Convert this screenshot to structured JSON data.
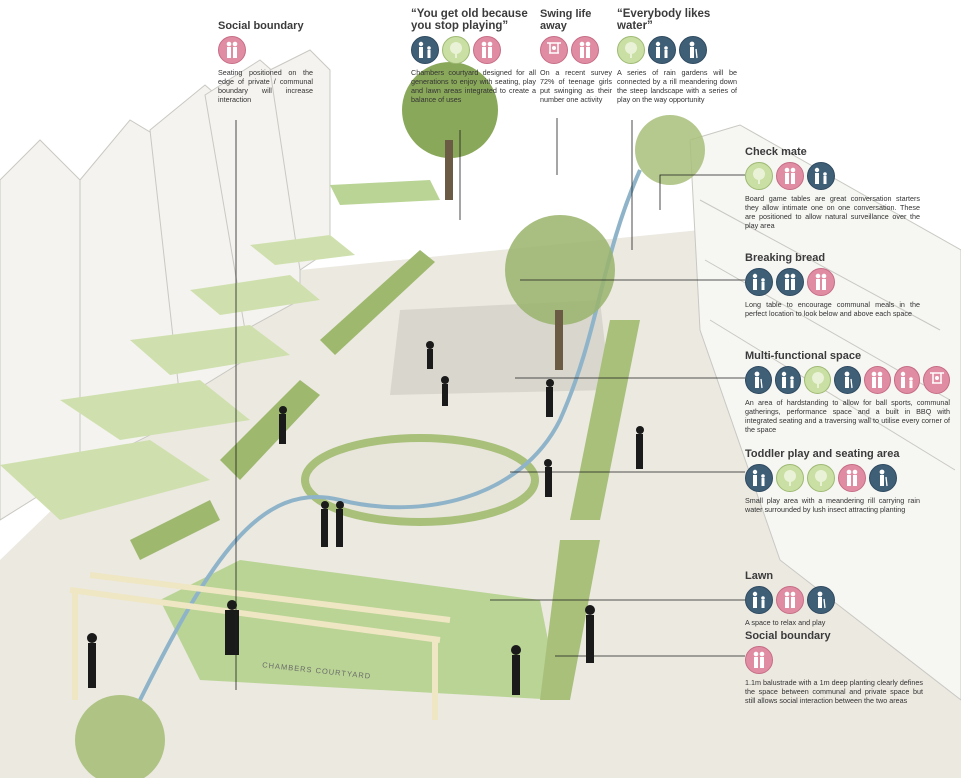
{
  "annotations": [
    {
      "id": "social-boundary-top",
      "title": "Social boundary",
      "quote": false,
      "text": "Seating positioned on the edge of private / communal boundary will increase interaction",
      "icons": [
        "pink-couple"
      ]
    },
    {
      "id": "stop-playing",
      "title": "“You get old because you stop playing”",
      "quote": true,
      "text": "Chambers courtyard designed for all generations to enjoy with seating, play and lawn areas integrated to create a balance of uses",
      "icons": [
        "navy-family",
        "lime-tree",
        "pink-couple"
      ]
    },
    {
      "id": "swing-life",
      "title": "Swing life away",
      "quote": false,
      "text": "On a recent survey 72% of teenage girls put swinging as their number one activity",
      "icons": [
        "pink-swing",
        "pink-couple"
      ]
    },
    {
      "id": "likes-water",
      "title": "“Everybody likes water”",
      "quote": true,
      "text": "A series of rain gardens will be connected by a rill meandering down the steep landscape with a series of play on the way opportunity",
      "icons": [
        "lime-tree",
        "navy-family",
        "navy-elder"
      ]
    },
    {
      "id": "check-mate",
      "title": "Check mate",
      "quote": false,
      "text": "Board game tables are great conversation starters they allow intimate one on one conversation. These are positioned to allow natural surveillance over the play area",
      "icons": [
        "lime-tree",
        "pink-couple",
        "navy-family"
      ]
    },
    {
      "id": "breaking-bread",
      "title": "Breaking bread",
      "quote": false,
      "text": "Long table to encourage communal meals in the perfect location to look below and above each space",
      "icons": [
        "navy-family",
        "navy-couple",
        "pink-couple"
      ]
    },
    {
      "id": "multi-functional",
      "title": "Multi-functional space",
      "quote": false,
      "text": "An area of hardstanding to allow for ball sports, communal gatherings, performance space and a built in BBQ with integrated seating and a traversing wall to utilise every corner of the space",
      "icons": [
        "navy-elder",
        "navy-family",
        "lime-tree",
        "navy-elder",
        "pink-couple",
        "pink-family",
        "pink-swing"
      ]
    },
    {
      "id": "toddler-play",
      "title": "Toddler play and seating area",
      "quote": false,
      "text": "Small play area with a meandering rill carrying rain water surrounded by lush insect attracting planting",
      "icons": [
        "navy-family",
        "lime-tree",
        "lime-tree",
        "pink-couple",
        "navy-elder"
      ]
    },
    {
      "id": "lawn",
      "title": "Lawn",
      "quote": false,
      "text": "A space to relax and play",
      "icons": [
        "navy-family",
        "pink-couple",
        "navy-elder"
      ]
    },
    {
      "id": "social-boundary-bottom",
      "title": "Social boundary",
      "quote": false,
      "text": "1.1m balustrade with a 1m deep planting clearly defines the space between communal and private space but still allows social interaction between the two areas",
      "icons": [
        "pink-couple"
      ]
    }
  ],
  "sign_text": "CHAMBERS COURTYARD",
  "colors": {
    "pink": "#e08da3",
    "navy": "#3f5f77",
    "lime": "#c9dfa3",
    "lawn": "#b9d494",
    "paving": "#e6e4dc",
    "hedge": "#a8c07a",
    "tree": "#8aa85a",
    "rill": "#8fb4c9"
  }
}
